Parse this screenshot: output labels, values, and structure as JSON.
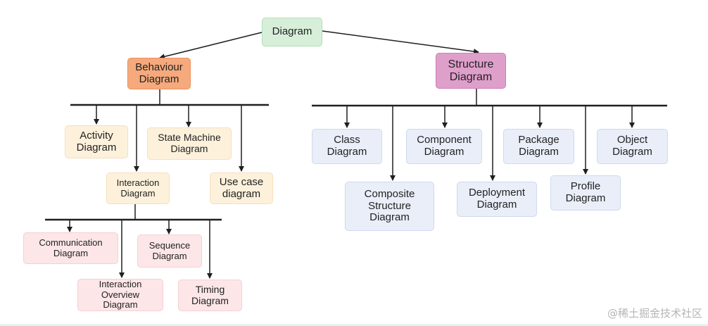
{
  "colors": {
    "root_fill": "#d7efd9",
    "root_border": "#b4dcb8",
    "behaviour_fill": "#f5a97c",
    "behaviour_border": "#e9935f",
    "structure_fill": "#df9fcb",
    "structure_border": "#cc7fb4",
    "behaviour_child_fill": "#fdf1dc",
    "behaviour_child_border": "#f5e0bd",
    "interaction_child_fill": "#fde6e8",
    "interaction_child_border": "#f6cfd4",
    "structure_child_fill": "#e9eef9",
    "structure_child_border": "#cfd9ee",
    "line": "#1f1f1f"
  },
  "diagram": {
    "root": "Diagram",
    "behaviour": "Behaviour\nDiagram",
    "structure": "Structure\nDiagram",
    "behaviour_children": {
      "activity": "Activity\nDiagram",
      "state_machine": "State Machine\nDiagram",
      "interaction": "Interaction\nDiagram",
      "use_case": "Use case\ndiagram"
    },
    "interaction_children": {
      "communication": "Communication\nDiagram",
      "sequence": "Sequence\nDiagram",
      "interaction_overview": "Interaction\nOverview\nDiagram",
      "timing": "Timing\nDiagram"
    },
    "structure_children": {
      "class": "Class\nDiagram",
      "component": "Component\nDiagram",
      "package": "Package\nDiagram",
      "object": "Object\nDiagram",
      "composite_structure": "Composite\nStructure\nDiagram",
      "deployment": "Deployment\nDiagram",
      "profile": "Profile\nDiagram"
    }
  },
  "watermark": "@稀土掘金技术社区"
}
